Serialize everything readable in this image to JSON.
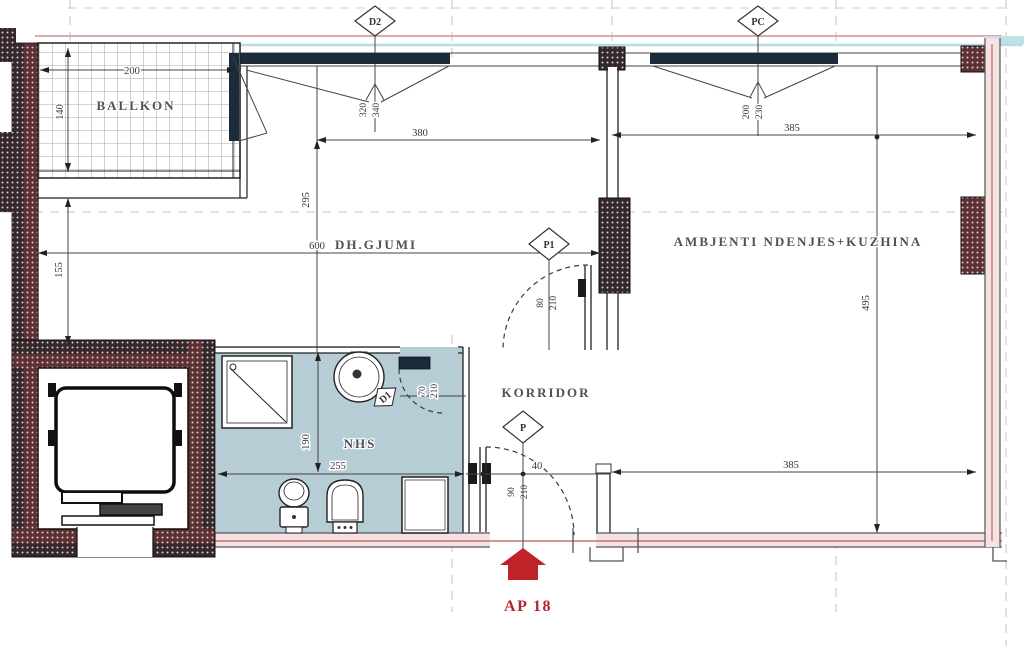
{
  "plan": {
    "apartment_label": "AP 18",
    "rooms": {
      "balcony": "BALLKON",
      "bedroom": "DH.GJUMI",
      "living_kitchen": "AMBJENTI NDENJES+KUZHINA",
      "corridor": "KORRIDOR",
      "bathroom": "NHS"
    },
    "tags": {
      "window_bedroom": "D2",
      "window_living": "PC",
      "door_bedroom": "P1",
      "door_entrance": "P",
      "door_bathroom": "D1"
    },
    "dims": {
      "balcony_width": "200",
      "balcony_depth": "140",
      "bedroom_width": "380",
      "living_width_top": "385",
      "bedroom_axis": "295",
      "bedroom_total": "600",
      "left_segment": "155",
      "living_depth": "495",
      "bath_depth": "190",
      "bath_width": "255",
      "entry_offset": "40",
      "living_width_bottom": "385",
      "win1_w": "320",
      "win1_h": "340",
      "win2_w": "200",
      "win2_h": "230",
      "door_p1_w": "80",
      "door_p1_h": "210",
      "door_p_w": "90",
      "door_p_h": "210",
      "door_d1_w": "70",
      "door_d1_h": "210"
    },
    "colors": {
      "accent_red": "#bf2228",
      "bathroom_fill": "#b7cdd6",
      "window_navy": "#1c2b3a",
      "wall_dark": "#35282a",
      "wall_maroon": "#5d3134",
      "facade_pink": "#dca8a8",
      "facade_blue": "#b9dce2"
    }
  }
}
